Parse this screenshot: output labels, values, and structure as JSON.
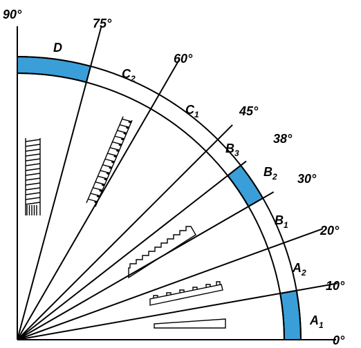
{
  "angles": [
    {
      "key": "a0",
      "text": "0°"
    },
    {
      "key": "a10",
      "text": "10°"
    },
    {
      "key": "a20",
      "text": "20°"
    },
    {
      "key": "a30",
      "text": "30°"
    },
    {
      "key": "a38",
      "text": "38°"
    },
    {
      "key": "a45",
      "text": "45°"
    },
    {
      "key": "a60",
      "text": "60°"
    },
    {
      "key": "a75",
      "text": "75°"
    },
    {
      "key": "a90",
      "text": "90°"
    }
  ],
  "zones": {
    "A1": {
      "main": "A",
      "sub": "1"
    },
    "A2": {
      "main": "A",
      "sub": "2"
    },
    "B1": {
      "main": "B",
      "sub": "1"
    },
    "B2": {
      "main": "B",
      "sub": "2"
    },
    "B3": {
      "main": "B",
      "sub": "3"
    },
    "C1": {
      "main": "C",
      "sub": "1"
    },
    "C2": {
      "main": "C",
      "sub": "2"
    },
    "D": {
      "main": "D",
      "sub": ""
    }
  },
  "colors": {
    "highlight": "#3a9fd8",
    "line": "#000000",
    "background": "#ffffff"
  },
  "icons": [
    "ramp-icon",
    "stepped-ramp-icon",
    "stairs-icon",
    "ship-ladder-icon",
    "ladder-icon"
  ]
}
